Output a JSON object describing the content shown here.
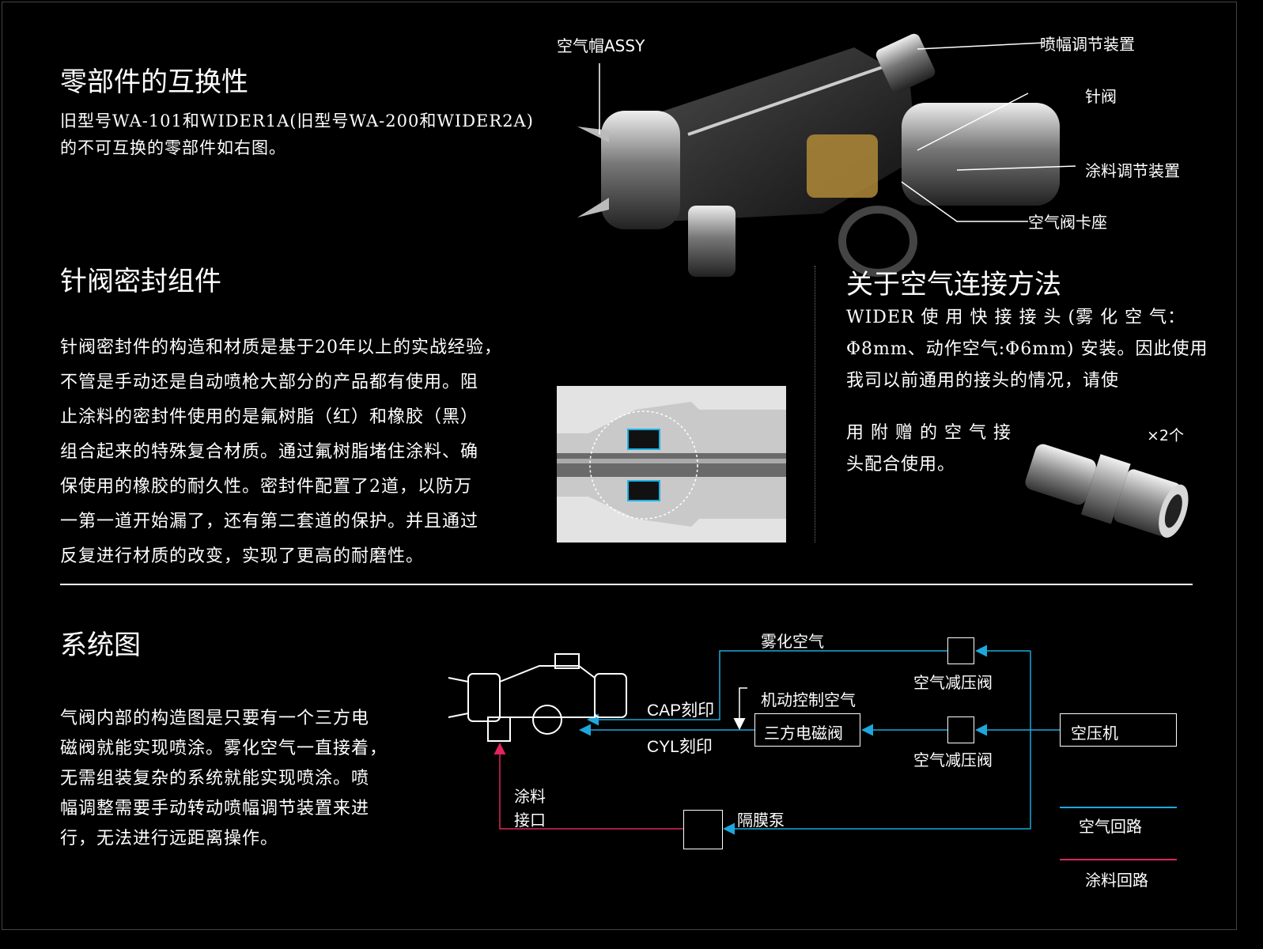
{
  "section1": {
    "title": "零部件的互换性",
    "desc_line1": "旧型号WA-101和WIDER1A(旧型号WA-200和WIDER2A)",
    "desc_line2": "的不可互换的零部件如右图。"
  },
  "callouts": {
    "air_cap": "空气帽ASSY",
    "pattern_adjust": "喷幅调节装置",
    "needle": "针阀",
    "fluid_adjust": "涂料调节装置",
    "air_valve_seat": "空气阀卡座"
  },
  "section2": {
    "title": "针阀密封组件",
    "lines": [
      "针阀密封件的构造和材质是基于20年以上的实战经验，",
      "不管是手动还是自动喷枪大部分的产品都有使用。阻",
      "止涂料的密封件使用的是氟树脂（红）和橡胶（黑）",
      "组合起来的特殊复合材质。通过氟树脂堵住涂料、确",
      "保使用的橡胶的耐久性。密封件配置了2道，以防万",
      "一第一道开始漏了，还有第二套道的保护。并且通过",
      "反复进行材质的改变，实现了更高的耐磨性。"
    ]
  },
  "section3": {
    "title": "关于空气连接方法",
    "line1": "WIDER 使 用 快 接 接 头 (雾 化 空 气：",
    "line2": "Φ8mm、动作空气:Φ6mm) 安装。因此使用",
    "line3": "我司以前通用的接头的情况，请使",
    "line4": "用 附 赠 的 空 气 接",
    "line5": "头配合使用。",
    "qty": "×2个"
  },
  "section4": {
    "title": "系统图",
    "lines": [
      "气阀内部的构造图是只要有一个三方电",
      "磁阀就能实现喷涂。雾化空气一直接着，",
      "无需组装复杂的系统就能实现喷涂。喷",
      "幅调整需要手动转动喷幅调节装置来进",
      "行，无法进行远距离操作。"
    ]
  },
  "diagram": {
    "atomizing_air": "雾化空气",
    "regulator_top": "空气减压阀",
    "regulator_mid": "空气减压阀",
    "pilot_air": "机动控制空气",
    "cap_mark": "CAP刻印",
    "cyl_mark": "CYL刻印",
    "solenoid": "三方电磁阀",
    "compressor": "空压机",
    "fluid_inlet_1": "涂料",
    "fluid_inlet_2": "接口",
    "pump": "隔膜泵",
    "legend_air": "空气回路",
    "legend_fluid": "涂料回路"
  },
  "colors": {
    "air_line": "#1ea7dc",
    "fluid_line": "#e0245e",
    "background": "#000000"
  }
}
